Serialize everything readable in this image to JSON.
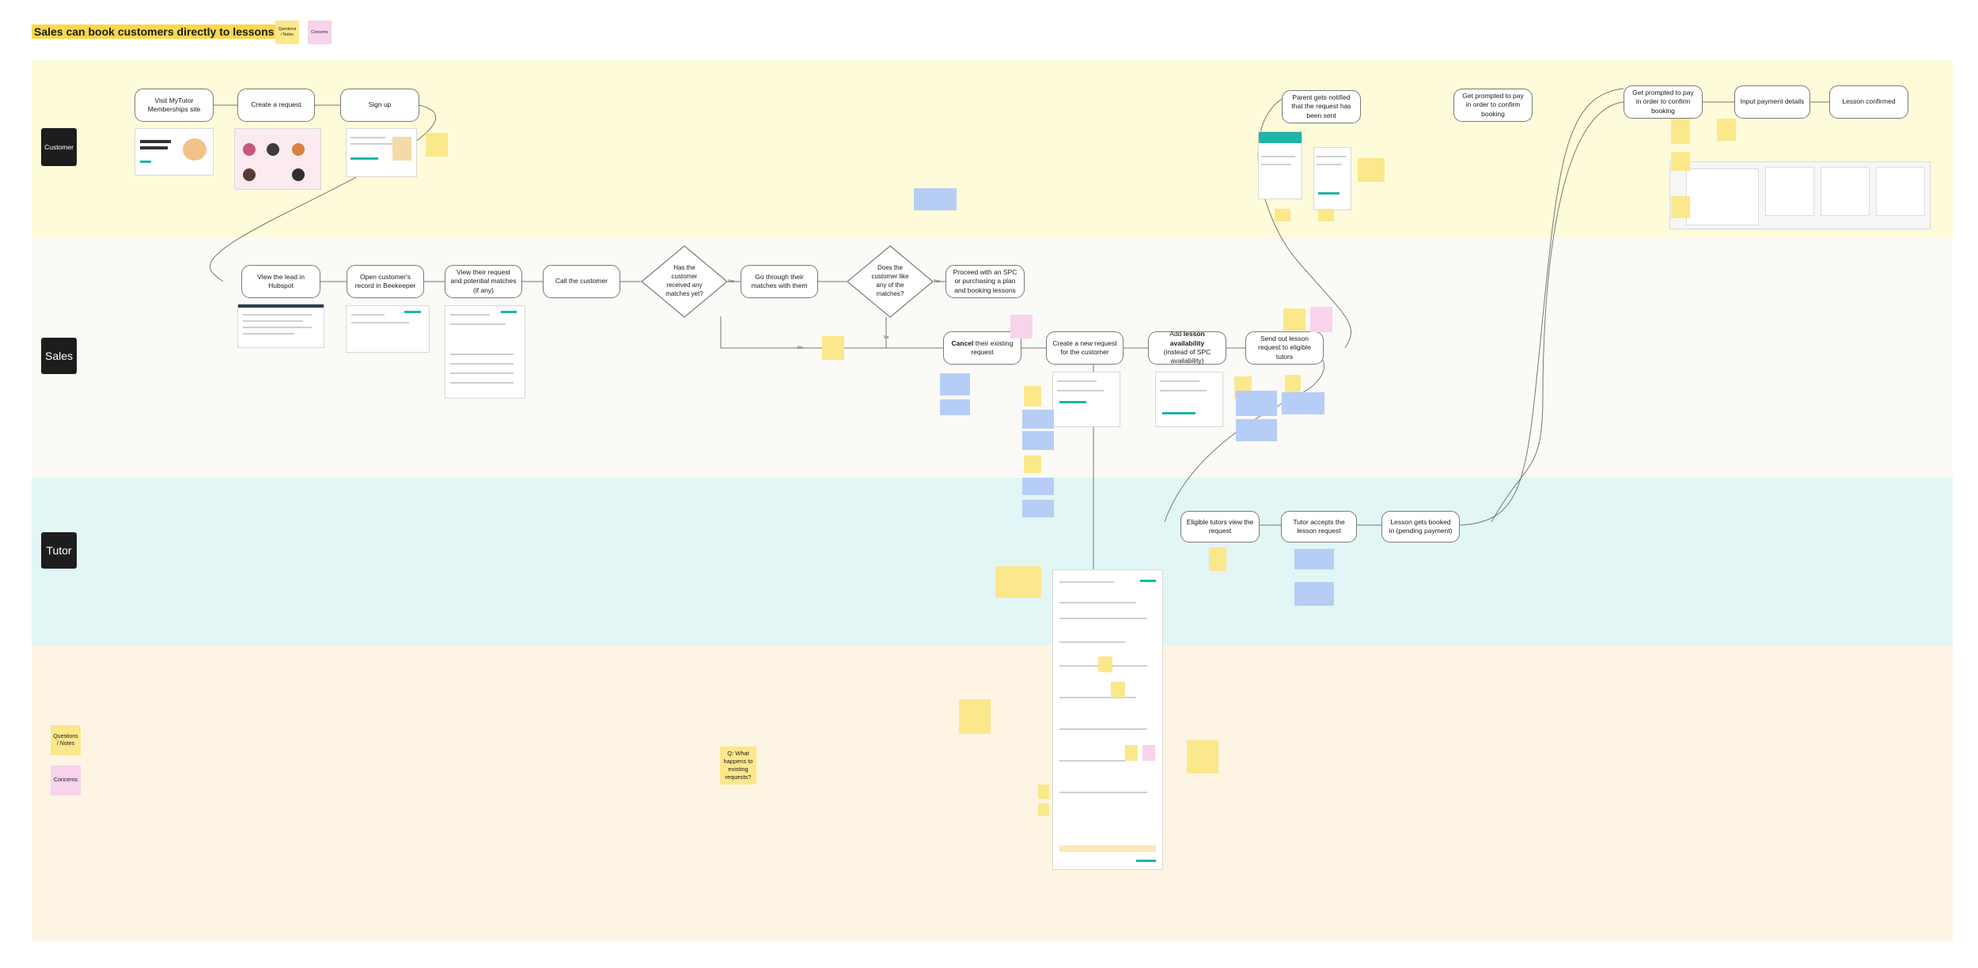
{
  "title": "Sales can book customers directly to lessons",
  "colors": {
    "customer_lane": "#fdfbd9",
    "sales_lane": "#fbfaf6",
    "tutor_lane": "#e2f6f5",
    "notes_lane": "#fef4e3",
    "sticky_yellow": "#fbe88b",
    "sticky_pink": "#f8d3ec",
    "sticky_blue": "#b6cdf6",
    "lane_label": "#1d1d1d",
    "title_highlight": "#fbd84b",
    "accent": "#1fb5a8"
  },
  "legend": {
    "questions": "Questions / Notes",
    "concerns": "Concerns"
  },
  "lanes": {
    "customer": "Customer",
    "sales": "Sales",
    "tutor": "Tutor"
  },
  "nodes": {
    "visit": "Visit MyTutor Memberships site",
    "create_request": "Create a request",
    "sign_up": "Sign up",
    "parent_notified": "Parent gets notified that the request has been sent",
    "prompted_pay_1": "Get prompted to pay in order to confirm booking",
    "prompted_pay_2": "Get prompted to pay in order to confirm booking",
    "input_payment": "Input payment details",
    "lesson_confirmed": "Lesson confirmed",
    "view_lead": "View the lead in Hubspot",
    "open_record": "Open customer's record in Beekeeper",
    "view_request": "View their request and potential matches (if any)",
    "call_customer": "Call the customer",
    "has_matches": "Has the customer received any matches yet?",
    "go_through": "Go through their matches with them",
    "like_matches": "Does the customer like any of the matches?",
    "proceed_spc": "Proceed with an SPC or purchasing a plan and booking lessons",
    "cancel_prefix": "Cancel",
    "cancel_suffix": " their existing request",
    "create_new": "Create a new request for the customer",
    "add_avail_prefix": "Add ",
    "add_avail_bold": "lesson availability",
    "add_avail_suffix": "(instead of SPC availability)",
    "send_out": "Send out lesson request to eligible tutors",
    "eligible_view": "Eligible tutors view the request",
    "tutor_accepts": "Tutor accepts the lesson request",
    "booked_pending": "Lesson gets booked in (pending payment)"
  },
  "edge_labels": {
    "yes_1": "Yes",
    "no_1": "No",
    "yes_2": "Yes",
    "no_2": "No"
  },
  "notes": {
    "big_question": "Q: What happens to existing requests?"
  }
}
